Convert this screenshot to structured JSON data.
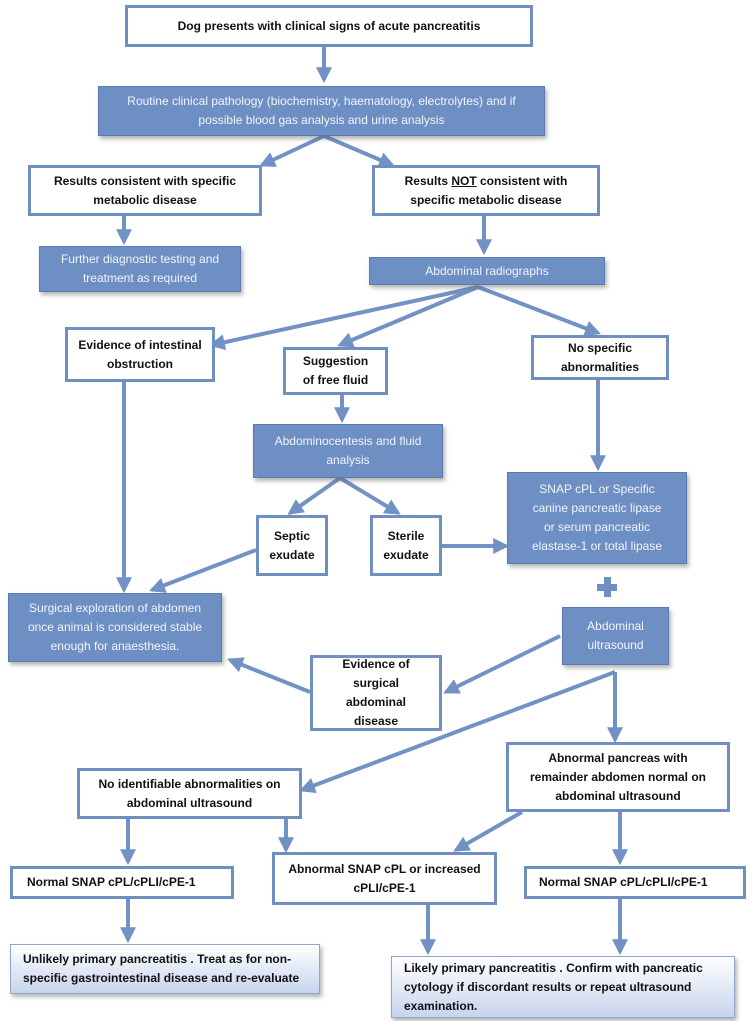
{
  "flowchart": {
    "start": "Dog presents with clinical signs of acute pancreatitis",
    "routine": "Routine clinical pathology (biochemistry, haematology, electrolytes) and if possible blood gas analysis and urine analysis",
    "consistent": "Results consistent with specific metabolic disease",
    "not_consistent_pre": "Results ",
    "not_consistent_not": "NOT",
    "not_consistent_post": " consistent with specific metabolic disease",
    "further": "Further diagnostic testing and treatment as required",
    "radiographs": "Abdominal radiographs",
    "intestinal": "Evidence of intestinal obstruction",
    "free_fluid": "Suggestion of free fluid",
    "no_specific": "No specific abnormalities",
    "abdominocentesis": "Abdominocentesis and fluid analysis",
    "septic": "Septic exudate",
    "sterile": "Sterile exudate",
    "snap": "SNAP cPL or Specific canine pancreatic lipase or serum pancreatic elastase-1 or total lipase",
    "surgical": "Surgical exploration of abdomen once animal is considered stable enough for anaesthesia.",
    "ultrasound": "Abdominal ultrasound",
    "surgical_evidence": "Evidence of surgical abdominal disease",
    "no_identifiable": "No identifiable abnormalities on abdominal ultrasound",
    "abnormal_pancreas": "Abnormal pancreas with remainder abdomen normal on abdominal ultrasound",
    "normal_snap_left": "Normal SNAP cPL/cPLI/cPE-1",
    "abnormal_snap": "Abnormal SNAP cPL or increased cPLI/cPE-1",
    "normal_snap_right": "Normal SNAP cPL/cPLI/cPE-1",
    "unlikely": "Unlikely primary pancreatitis . Treat as for non-specific gastrointestinal disease and re-evaluate",
    "likely": "Likely primary pancreatitis . Confirm with pancreatic cytology if discordant results or repeat ultrasound examination."
  },
  "colors": {
    "box_fill": "#6e8fc3",
    "border": "#6f8fc0",
    "arrow": "#7292c5"
  }
}
